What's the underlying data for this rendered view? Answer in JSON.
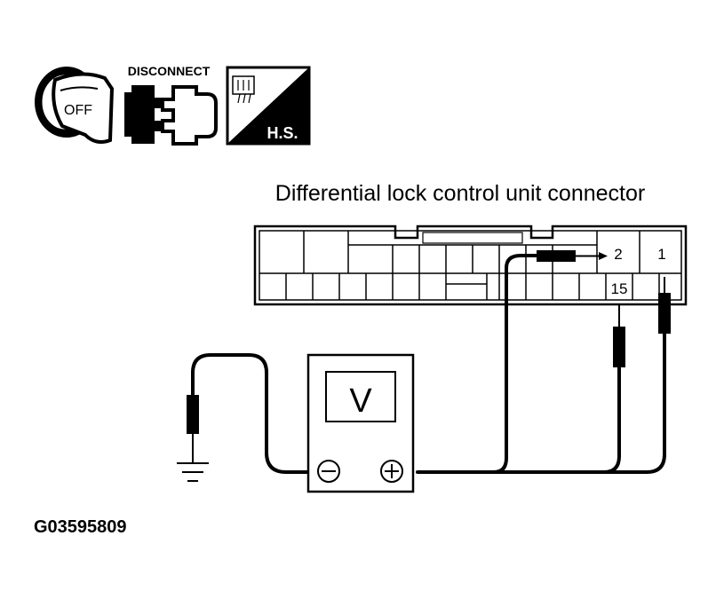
{
  "icons": {
    "ignition_key": {
      "icon": "ignition-key-off-icon",
      "label": "OFF"
    },
    "disconnect": {
      "icon": "connector-disconnect-icon",
      "label": "DISCONNECT"
    },
    "harness_side": {
      "icon": "harness-side-connector-icon",
      "label": "H.S."
    }
  },
  "connector": {
    "title": "Differential lock control unit connector",
    "pins": {
      "pin_2": "2",
      "pin_1": "1",
      "pin_15": "15"
    }
  },
  "meter": {
    "label": "V",
    "negative": "⊖",
    "positive": "⊕"
  },
  "figure_code": "G03595809",
  "colors": {
    "ink": "#000000",
    "paper": "#ffffff"
  }
}
